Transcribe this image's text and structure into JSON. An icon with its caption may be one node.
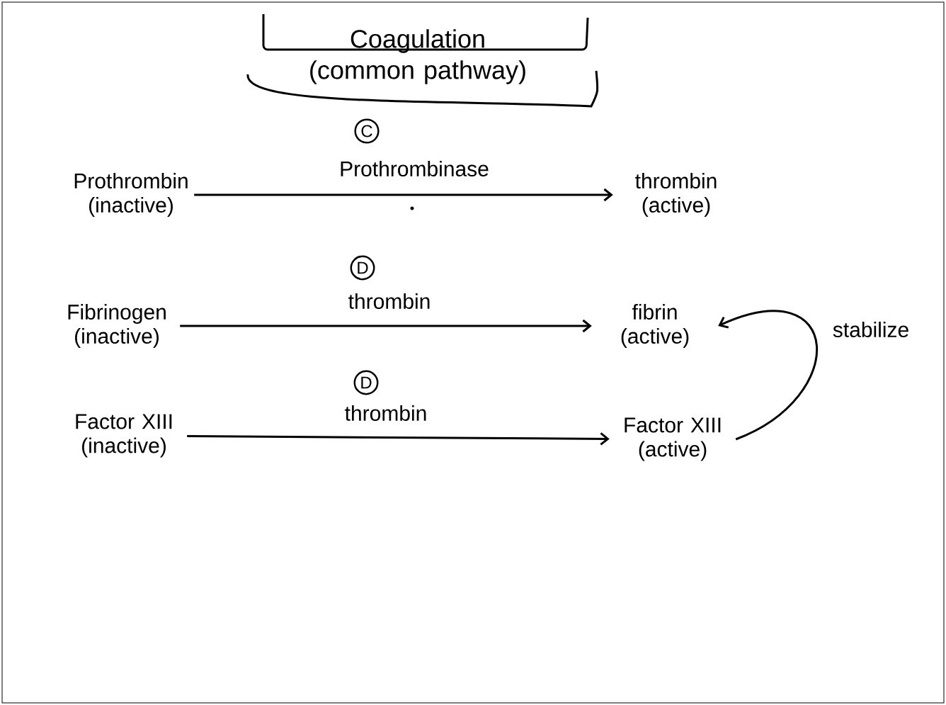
{
  "diagram": {
    "title": "Coagulation (common pathway)",
    "nodes": [
      {
        "text": [
          "Prothrombin (inactive)"
        ]
      },
      {
        "text": [
          "thrombin (active)"
        ]
      },
      {
        "text": [
          "Fibrinogen (inactive)"
        ]
      },
      {
        "text": [
          "fibrin (active)"
        ]
      },
      {
        "text": [
          "Factor XIII (inactive)"
        ]
      },
      {
        "text": [
          "Factor XIII (active)"
        ]
      }
    ],
    "edges": [
      {
        "from": 0,
        "to": 1,
        "arrow": "to",
        "label": "Prothrombinase"
      },
      {
        "from": 2,
        "to": 3,
        "arrow": "to",
        "label": "thrombin"
      },
      {
        "from": 4,
        "to": 5,
        "arrow": "to",
        "label": "thrombin"
      },
      {
        "from": 5,
        "to": 3,
        "arrow": "to",
        "label": "stabilize"
      }
    ],
    "labels": [
      "C",
      "D",
      "D"
    ]
  }
}
